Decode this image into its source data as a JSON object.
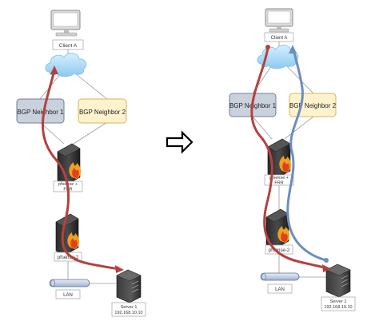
{
  "left_diagram": {
    "client_label": "Client A",
    "neighbor1_label": "BGP Neighbor 1",
    "neighbor2_label": "BGP Neighbor 2",
    "firewall1_label_line1": "pfsense +",
    "firewall1_label_line2": "FRR",
    "firewall2_label": "pfsense-2",
    "lan_label": "LAN",
    "server_label_line1": "Server 1",
    "server_label_line2": "192.168.10.10"
  },
  "right_diagram": {
    "client_label": "Client A",
    "neighbor1_label": "BGP Neighbor 1",
    "neighbor2_label": "BGP Neighbor 2",
    "firewall1_label_line1": "pfsense +",
    "firewall1_label_line2": "FRR",
    "firewall2_label": "pfsense-2",
    "lan_label": "LAN",
    "server_label_line1": "Server 1",
    "server_label_line2": "192.168.10.10"
  },
  "colors": {
    "red_path": "#b5413f",
    "blue_path": "#6c8ebf",
    "neighbor1_fill": "#c9d1dc",
    "neighbor2_fill": "#fff2cc",
    "cloud_blue": "#a6d8f5"
  }
}
